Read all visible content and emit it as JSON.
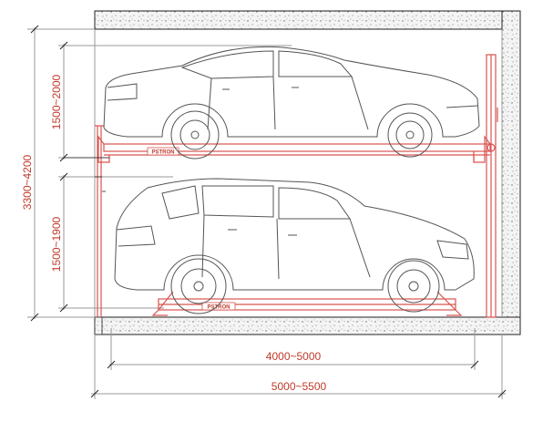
{
  "dimensions": {
    "upper_height": "1500~2000",
    "lower_height": "1500~1900",
    "total_height": "3300~4200",
    "inner_width": "4000~5000",
    "total_width": "5000~5500"
  },
  "platform_logo": "PSTRON",
  "colors": {
    "red": "#d9534f",
    "gray": "#9a9a9a",
    "black": "#222222",
    "wall_fill": "#f2f2f2"
  }
}
